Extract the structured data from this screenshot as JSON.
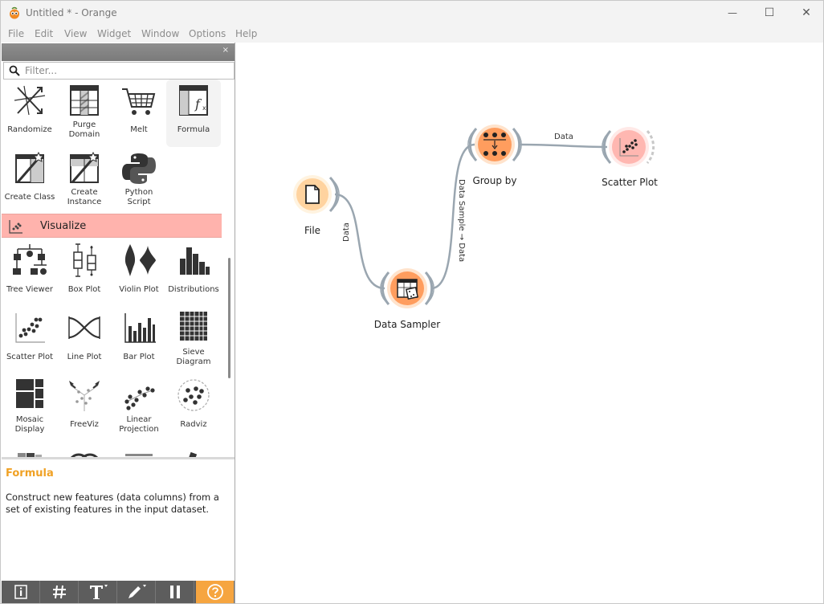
{
  "window": {
    "title": "Untitled * - Orange",
    "minimize_glyph": "—",
    "maximize_glyph": "☐",
    "close_glyph": "✕"
  },
  "menu": [
    "File",
    "Edit",
    "View",
    "Widget",
    "Window",
    "Options",
    "Help"
  ],
  "dock": {
    "close_glyph": "×",
    "filter_placeholder": "Filter..."
  },
  "toolbox": {
    "transform_widgets": [
      {
        "label": "Randomize",
        "icon": "randomize-icon"
      },
      {
        "label": "Purge\nDomain",
        "icon": "purge-domain-icon"
      },
      {
        "label": "Melt",
        "icon": "melt-cart-icon"
      },
      {
        "label": "Formula",
        "icon": "formula-icon"
      },
      {
        "label": "Create Class",
        "icon": "create-class-icon"
      },
      {
        "label": "Create\nInstance",
        "icon": "create-instance-icon"
      },
      {
        "label": "Python\nScript",
        "icon": "python-icon"
      }
    ],
    "category_visualize": "Visualize",
    "visualize_widgets": [
      {
        "label": "Tree Viewer",
        "icon": "tree-viewer-icon"
      },
      {
        "label": "Box Plot",
        "icon": "box-plot-icon"
      },
      {
        "label": "Violin Plot",
        "icon": "violin-plot-icon"
      },
      {
        "label": "Distributions",
        "icon": "distributions-icon"
      },
      {
        "label": "Scatter Plot",
        "icon": "scatter-plot-icon"
      },
      {
        "label": "Line Plot",
        "icon": "line-plot-icon"
      },
      {
        "label": "Bar Plot",
        "icon": "bar-plot-icon"
      },
      {
        "label": "Sieve\nDiagram",
        "icon": "sieve-diagram-icon"
      },
      {
        "label": "Mosaic\nDisplay",
        "icon": "mosaic-display-icon"
      },
      {
        "label": "FreeViz",
        "icon": "freeviz-icon"
      },
      {
        "label": "Linear\nProjection",
        "icon": "linear-projection-icon"
      },
      {
        "label": "Radviz",
        "icon": "radviz-icon"
      }
    ]
  },
  "description": {
    "title": "Formula",
    "text": "Construct new features (data columns) from a set of existing features in the input dataset."
  },
  "bottom_toolbar": [
    {
      "name": "info-icon"
    },
    {
      "name": "grid-icon"
    },
    {
      "name": "text-annotation-icon"
    },
    {
      "name": "arrow-annotation-icon"
    },
    {
      "name": "pause-icon"
    },
    {
      "name": "help-icon"
    }
  ],
  "canvas": {
    "nodes": [
      {
        "id": "file",
        "label": "File"
      },
      {
        "id": "data-sampler",
        "label": "Data Sampler"
      },
      {
        "id": "group-by",
        "label": "Group by"
      },
      {
        "id": "scatter-plot",
        "label": "Scatter Plot"
      }
    ],
    "links": [
      {
        "from": "file",
        "to": "data-sampler",
        "label": "Data"
      },
      {
        "from": "data-sampler",
        "to": "group-by",
        "label": "Data Sample → Data"
      },
      {
        "from": "group-by",
        "to": "scatter-plot",
        "label": "Data"
      }
    ]
  },
  "colors": {
    "data_category": "#ffd39f",
    "transform_category": "#ff9d5e",
    "visualize_category": "#ffb7b1",
    "accent": "#f6a540"
  }
}
